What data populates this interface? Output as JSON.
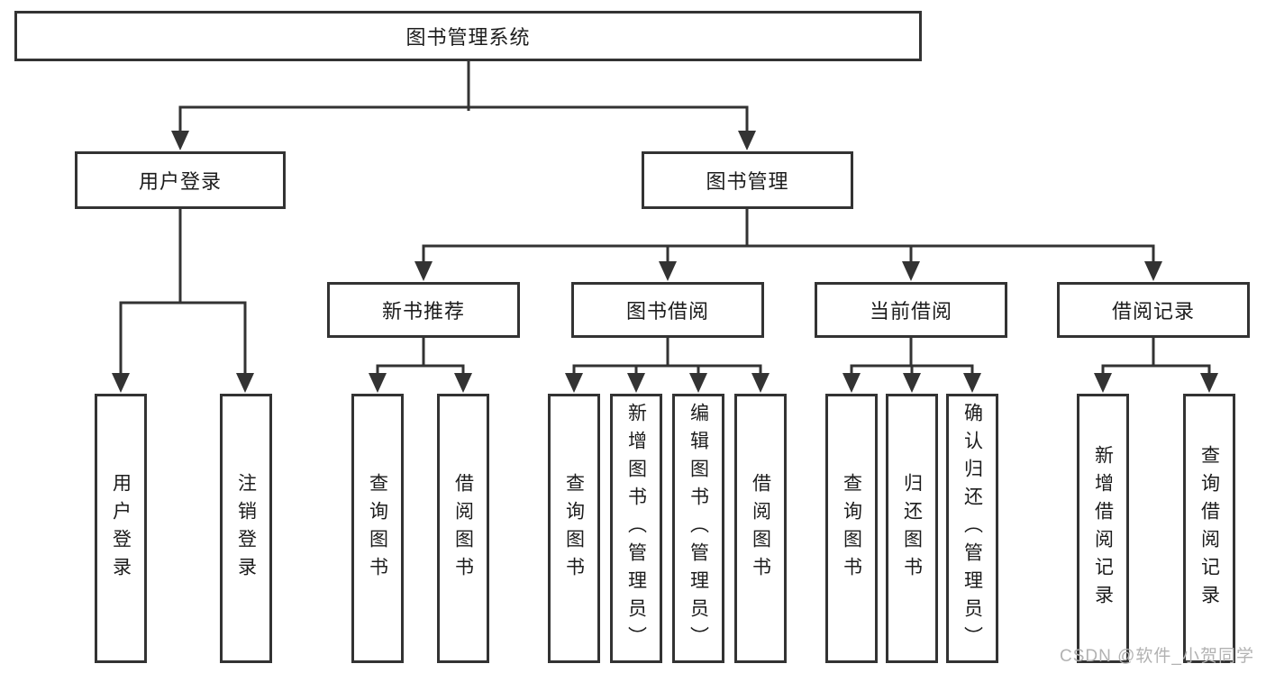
{
  "diagram": {
    "title": "图书管理系统",
    "watermark": "CSDN @软件_小贺同学",
    "colors": {
      "line": "#333333",
      "text": "#1c1c1c",
      "watermark": "#b2b2b2",
      "background": "#ffffff"
    },
    "level2": {
      "user_login": "用户登录",
      "book_mgmt": "图书管理"
    },
    "level3": {
      "new_books": "新书推荐",
      "book_borrow": "图书借阅",
      "current_borrow": "当前借阅",
      "borrow_records": "借阅记录"
    },
    "leaves": {
      "user_login": [
        "用户登录",
        "注销登录"
      ],
      "new_books": [
        "查询图书",
        "借阅图书"
      ],
      "book_borrow": [
        "查询图书",
        "新增图书（管理员）",
        "编辑图书（管理员）",
        "借阅图书"
      ],
      "current_borrow": [
        "查询图书",
        "归还图书",
        "确认归还（管理员）"
      ],
      "borrow_records": [
        "新增借阅记录",
        "查询借阅记录"
      ]
    }
  }
}
